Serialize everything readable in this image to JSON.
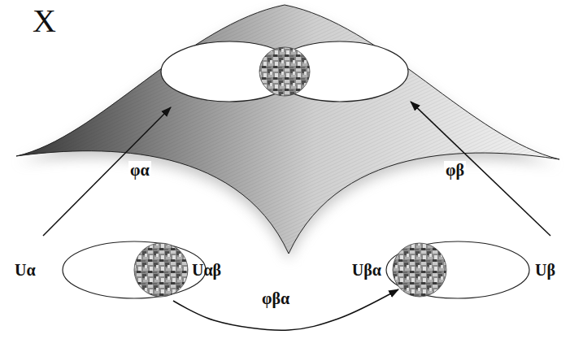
{
  "diagram": {
    "nodes": [
      {
        "text": [
          "X"
        ]
      },
      {
        "text": [
          "Uα"
        ]
      },
      {
        "text": [
          "Uαβ"
        ],
        "in": 1
      },
      {
        "text": [
          "Uβ"
        ]
      },
      {
        "text": [
          "Uβα"
        ],
        "in": 3
      }
    ],
    "edges": [
      {
        "from": 1,
        "to": 0,
        "label": "φα",
        "arrow": "to"
      },
      {
        "from": 3,
        "to": 0,
        "label": "φβ",
        "arrow": "to"
      },
      {
        "from": 2,
        "to": 4,
        "label": "φβα",
        "arrow": "to"
      }
    ]
  }
}
